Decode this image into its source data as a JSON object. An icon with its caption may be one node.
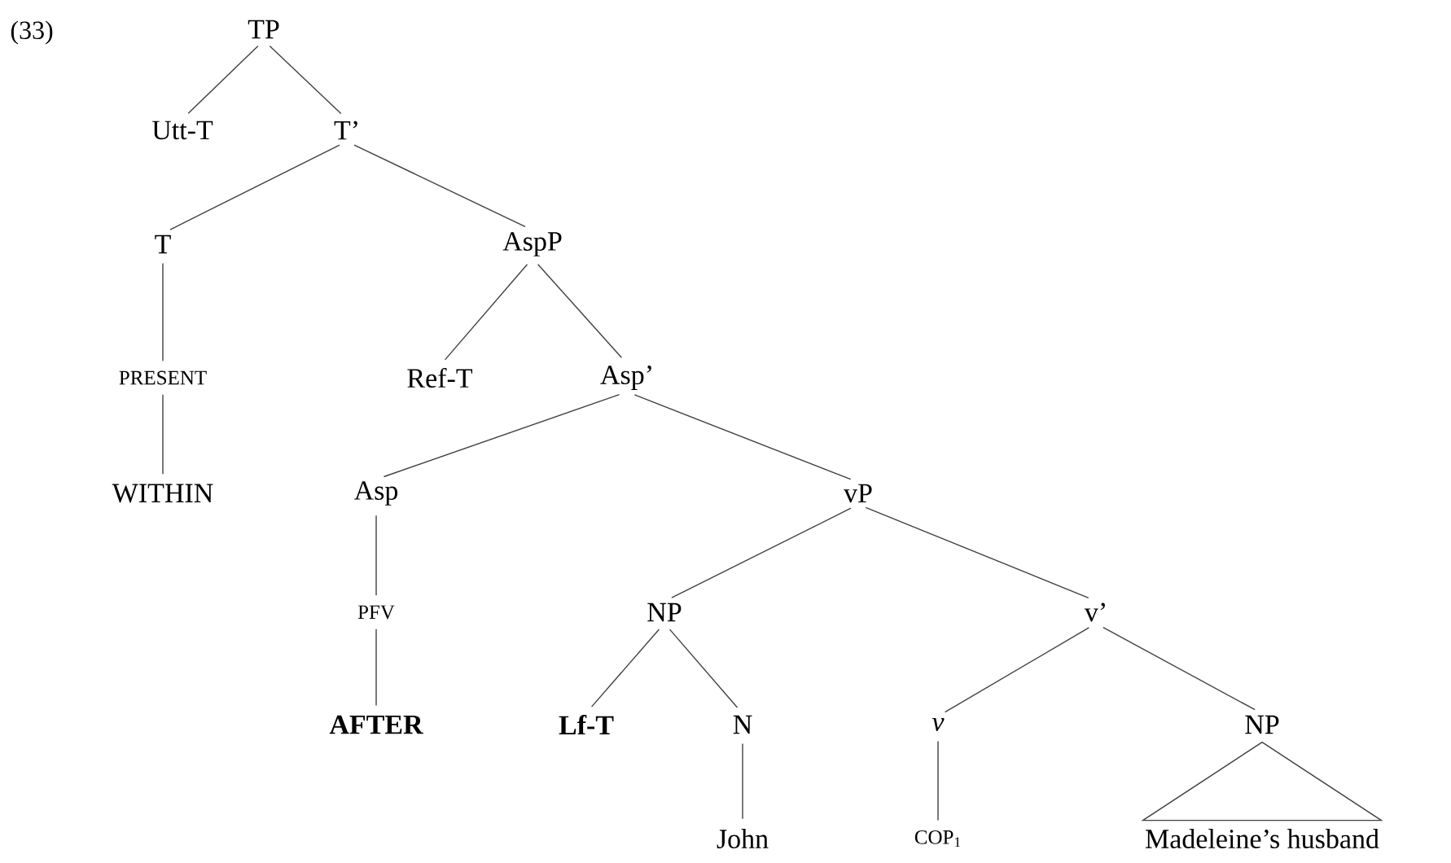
{
  "diagram": {
    "nodes": [
      {
        "text": [
          "TP"
        ]
      },
      {
        "text": [
          "Utt-T"
        ]
      },
      {
        "text": [
          "T’"
        ]
      },
      {
        "text": [
          "T"
        ]
      },
      {
        "text": [
          "AspP"
        ]
      },
      {
        "text": [
          "PRESENT"
        ]
      },
      {
        "text": [
          "Ref-T"
        ]
      },
      {
        "text": [
          "Asp’"
        ]
      },
      {
        "text": [
          "WITHIN"
        ]
      },
      {
        "text": [
          "Asp"
        ]
      },
      {
        "text": [
          "vP"
        ]
      },
      {
        "text": [
          "PFV"
        ]
      },
      {
        "text": [
          "NP"
        ]
      },
      {
        "text": [
          "v’"
        ]
      },
      {
        "text": [
          "AFTER"
        ]
      },
      {
        "text": [
          "Lf-T"
        ]
      },
      {
        "text": [
          "N"
        ]
      },
      {
        "text": [
          "v"
        ]
      },
      {
        "text": [
          "NP"
        ]
      },
      {
        "text": [
          "John"
        ]
      },
      {
        "text": [
          "COP$_{1}$"
        ]
      },
      {
        "text": [
          "Madeleine’s husband"
        ]
      }
    ],
    "edges": [
      {
        "from": 0,
        "to": 1,
        "arrow": "none"
      },
      {
        "from": 0,
        "to": 2,
        "arrow": "none"
      },
      {
        "from": 2,
        "to": 3,
        "arrow": "none"
      },
      {
        "from": 2,
        "to": 4,
        "arrow": "none"
      },
      {
        "from": 3,
        "to": 5,
        "arrow": "none"
      },
      {
        "from": 5,
        "to": 8,
        "arrow": "none"
      },
      {
        "from": 4,
        "to": 6,
        "arrow": "none"
      },
      {
        "from": 4,
        "to": 7,
        "arrow": "none"
      },
      {
        "from": 7,
        "to": 9,
        "arrow": "none"
      },
      {
        "from": 7,
        "to": 10,
        "arrow": "none"
      },
      {
        "from": 9,
        "to": 11,
        "arrow": "none"
      },
      {
        "from": 11,
        "to": 14,
        "arrow": "none"
      },
      {
        "from": 10,
        "to": 12,
        "arrow": "none"
      },
      {
        "from": 10,
        "to": 13,
        "arrow": "none"
      },
      {
        "from": 12,
        "to": 15,
        "arrow": "none"
      },
      {
        "from": 12,
        "to": 16,
        "arrow": "none"
      },
      {
        "from": 16,
        "to": 19,
        "arrow": "none"
      },
      {
        "from": 13,
        "to": 17,
        "arrow": "none"
      },
      {
        "from": 13,
        "to": 18,
        "arrow": "none"
      },
      {
        "from": 17,
        "to": 20,
        "arrow": "none"
      },
      {
        "from": 18,
        "to": 21,
        "arrow": "none"
      }
    ],
    "labels": [
      "(33)"
    ]
  }
}
